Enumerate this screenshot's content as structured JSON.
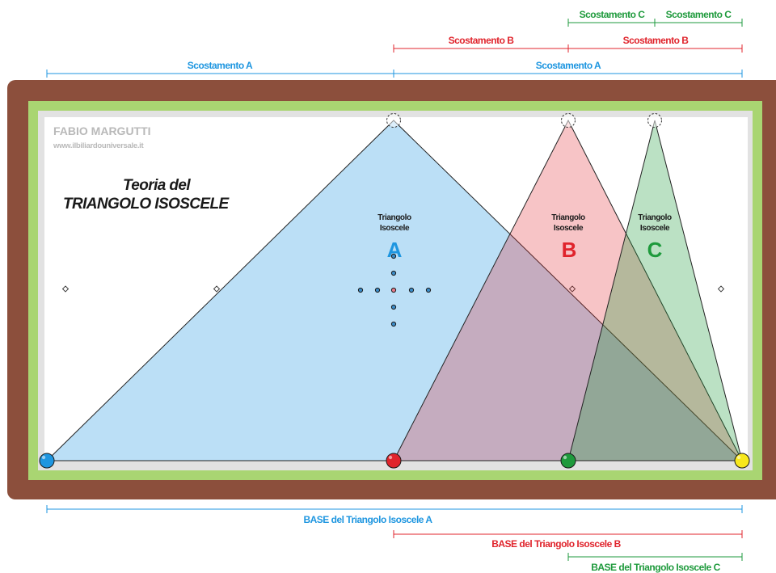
{
  "author": {
    "name": "FABIO MARGUTTI",
    "website": "www.ilbiliardouniversale.it"
  },
  "title": {
    "line1": "Teoria del",
    "line2": "TRIANGOLO ISOSCELE"
  },
  "colors": {
    "blue": "#1e96e0",
    "red": "#e0242c",
    "green": "#1e9a3c",
    "yellow": "#f8e81c",
    "cushion": "#8c4f3c",
    "felt_border": "#a9d572"
  },
  "triangles": [
    {
      "id": "A",
      "caption_line1": "Triangolo",
      "caption_line2": "Isoscele",
      "letter": "A"
    },
    {
      "id": "B",
      "caption_line1": "Triangolo",
      "caption_line2": "Isoscele",
      "letter": "B"
    },
    {
      "id": "C",
      "caption_line1": "Triangolo",
      "caption_line2": "Isoscele",
      "letter": "C"
    }
  ],
  "dimensions": {
    "scostamento_a": "Scostamento A",
    "scostamento_b": "Scostamento B",
    "scostamento_c": "Scostamento C",
    "base_a": "BASE del Triangolo Isoscele A",
    "base_b": "BASE del Triangolo Isoscele B",
    "base_c": "BASE del Triangolo Isoscele C"
  },
  "balls": [
    {
      "name": "blue-ball",
      "color": "blue"
    },
    {
      "name": "red-ball",
      "color": "red"
    },
    {
      "name": "green-ball",
      "color": "green"
    },
    {
      "name": "yellow-ball",
      "color": "yellow"
    }
  ]
}
